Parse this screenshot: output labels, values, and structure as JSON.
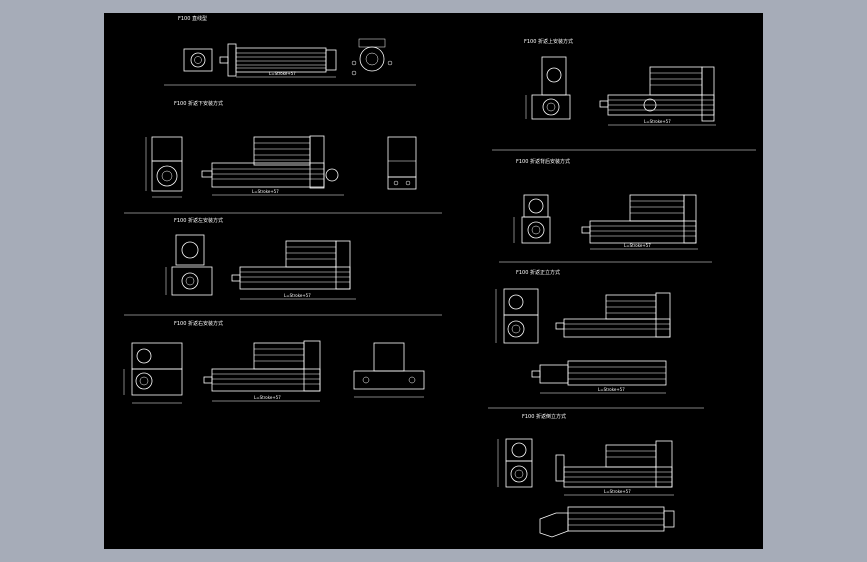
{
  "viewport": {
    "background_color": "#a6acb8",
    "sheet_color": "#000000",
    "line_color": "#ffffff"
  },
  "views": [
    {
      "id": "v1",
      "title": "F100 直线型",
      "length_label": "L=Stroke+57"
    },
    {
      "id": "v2",
      "title": "F100 折返下安装方式",
      "length_label": "L=Stroke+57"
    },
    {
      "id": "v3",
      "title": "F100 折返左安装方式",
      "length_label": "L=Stroke+57"
    },
    {
      "id": "v4",
      "title": "F100 折返右安装方式",
      "length_label": "L=Stroke+57"
    },
    {
      "id": "v5",
      "title": "F100 折返上安装方式",
      "length_label": "L=Stroke+57"
    },
    {
      "id": "v6",
      "title": "F100 折返背后安装方式",
      "length_label": "L=Stroke+57"
    },
    {
      "id": "v7",
      "title": "F100 折返正立方式",
      "length_label": "L=Stroke+57"
    },
    {
      "id": "v8",
      "title": "F100 折返倒立方式",
      "length_label": "L=Stroke+57"
    }
  ]
}
